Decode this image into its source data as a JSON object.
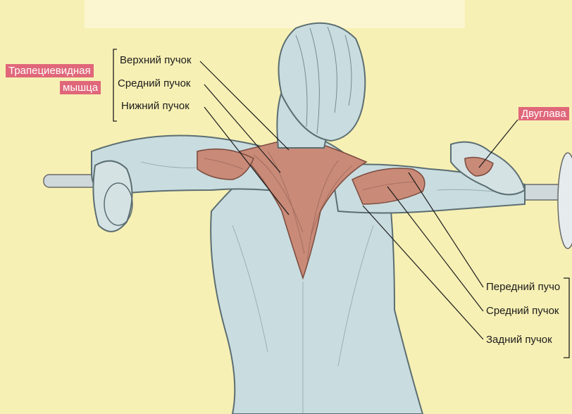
{
  "trapezius": {
    "title_line1": "Трапециевидная",
    "title_line2": "мышца",
    "parts": [
      "Верхний пучок",
      "Средний пучок",
      "Нижний пучок"
    ]
  },
  "deltoid": {
    "title": "Двуглава",
    "parts": [
      "Передний пучо",
      "Средний пучок",
      "Задний пучок"
    ]
  },
  "colors": {
    "background": "#f7f0b4",
    "tag_background": "#e0677a",
    "muscle_highlight": "#c98a78",
    "muscle_base": "#c9dcdf"
  }
}
